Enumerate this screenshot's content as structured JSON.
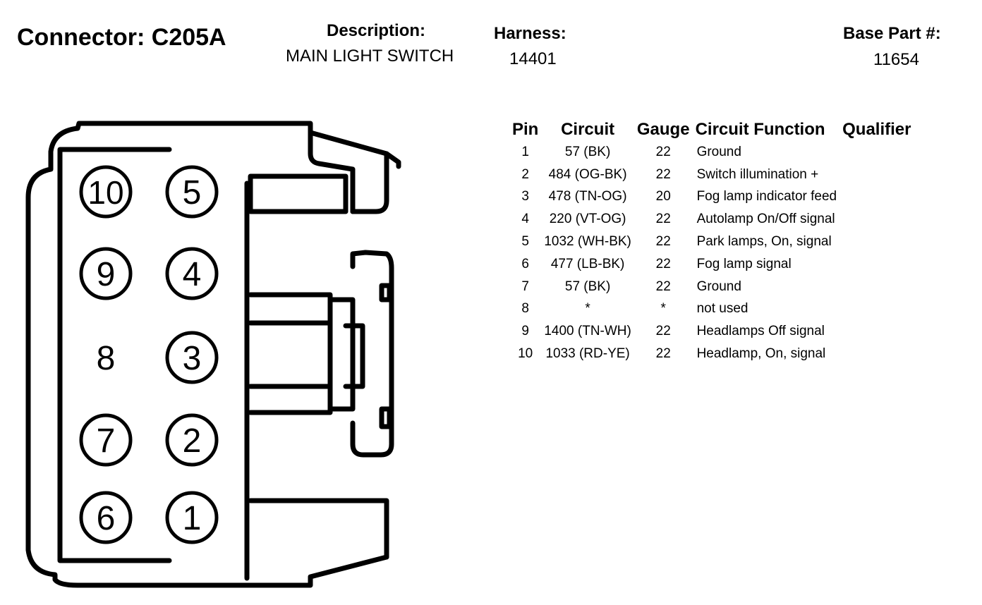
{
  "header": {
    "connector_label": "Connector: C205A",
    "description_label": "Description:",
    "description_value": "MAIN LIGHT SWITCH",
    "harness_label": "Harness:",
    "harness_value": "14401",
    "base_part_label": "Base Part #:",
    "base_part_value": "11654"
  },
  "table": {
    "headers": [
      "Pin",
      "Circuit",
      "Gauge",
      "Circuit Function",
      "Qualifier"
    ],
    "rows": [
      {
        "pin": "1",
        "circuit": "57 (BK)",
        "gauge": "22",
        "function": "Ground",
        "qualifier": ""
      },
      {
        "pin": "2",
        "circuit": "484 (OG-BK)",
        "gauge": "22",
        "function": "Switch illumination +",
        "qualifier": ""
      },
      {
        "pin": "3",
        "circuit": "478 (TN-OG)",
        "gauge": "20",
        "function": "Fog lamp indicator feed",
        "qualifier": ""
      },
      {
        "pin": "4",
        "circuit": "220 (VT-OG)",
        "gauge": "22",
        "function": "Autolamp On/Off signal",
        "qualifier": ""
      },
      {
        "pin": "5",
        "circuit": "1032 (WH-BK)",
        "gauge": "22",
        "function": "Park lamps, On, signal",
        "qualifier": ""
      },
      {
        "pin": "6",
        "circuit": "477 (LB-BK)",
        "gauge": "22",
        "function": "Fog lamp signal",
        "qualifier": ""
      },
      {
        "pin": "7",
        "circuit": "57 (BK)",
        "gauge": "22",
        "function": "Ground",
        "qualifier": ""
      },
      {
        "pin": "8",
        "circuit": "*",
        "gauge": "*",
        "function": "not used",
        "qualifier": ""
      },
      {
        "pin": "9",
        "circuit": "1400 (TN-WH)",
        "gauge": "22",
        "function": "Headlamps Off signal",
        "qualifier": ""
      },
      {
        "pin": "10",
        "circuit": "1033 (RD-YE)",
        "gauge": "22",
        "function": "Headlamp, On, signal",
        "qualifier": ""
      }
    ]
  },
  "diagram": {
    "pins": [
      {
        "label": "10",
        "circled": true
      },
      {
        "label": "5",
        "circled": true
      },
      {
        "label": "9",
        "circled": true
      },
      {
        "label": "4",
        "circled": true
      },
      {
        "label": "8",
        "circled": false
      },
      {
        "label": "3",
        "circled": true
      },
      {
        "label": "7",
        "circled": true
      },
      {
        "label": "2",
        "circled": true
      },
      {
        "label": "6",
        "circled": true
      },
      {
        "label": "1",
        "circled": true
      }
    ]
  }
}
